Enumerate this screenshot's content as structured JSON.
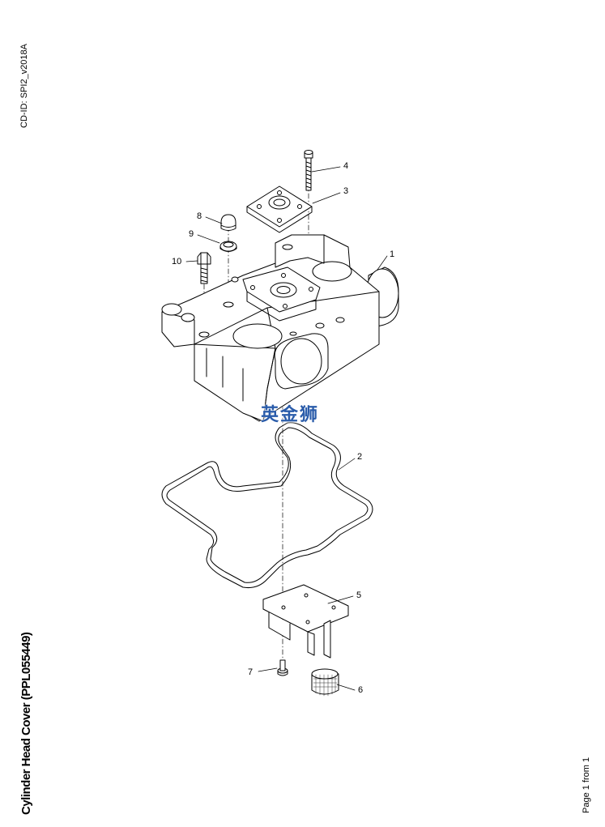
{
  "document": {
    "cd_id": "CD-ID: SPI2_v2018A",
    "title": "Cylinder Head Cover (PPL055449)",
    "page_info": "Page 1 from 1"
  },
  "watermark": {
    "text": "英金狮",
    "color": "#2a5caa"
  },
  "callouts": [
    {
      "id": "1",
      "label": "1"
    },
    {
      "id": "2",
      "label": "2"
    },
    {
      "id": "3",
      "label": "3"
    },
    {
      "id": "4",
      "label": "4"
    },
    {
      "id": "5",
      "label": "5"
    },
    {
      "id": "6",
      "label": "6"
    },
    {
      "id": "7",
      "label": "7"
    },
    {
      "id": "8",
      "label": "8"
    },
    {
      "id": "9",
      "label": "9"
    },
    {
      "id": "10",
      "label": "10"
    }
  ]
}
